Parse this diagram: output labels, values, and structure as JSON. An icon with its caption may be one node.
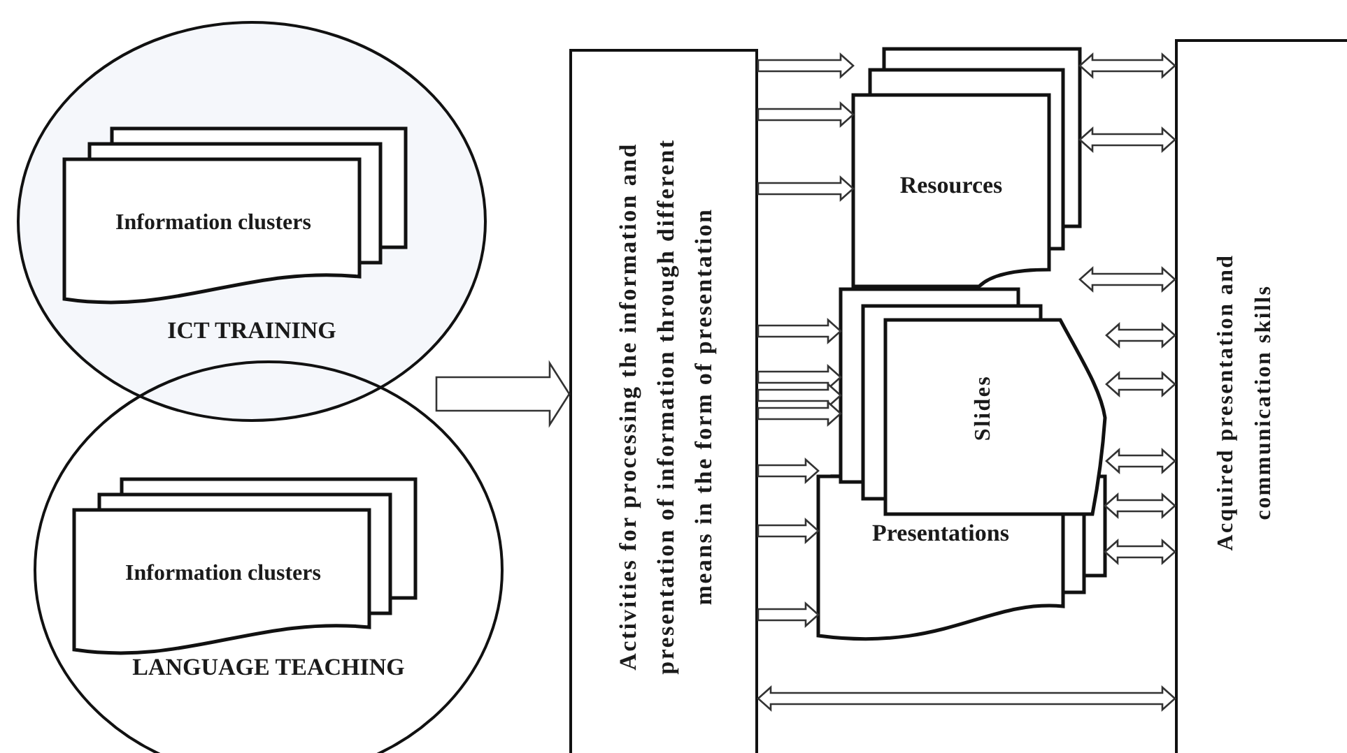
{
  "diagram": {
    "nodes": [
      {
        "text": [
          "ICT TRAINING"
        ]
      },
      {
        "text": [
          "Information clusters"
        ],
        "in": 0
      },
      {
        "text": [
          "LANGUAGE TEACHING"
        ]
      },
      {
        "text": [
          "Information clusters"
        ],
        "in": 2
      },
      {
        "text": [
          "Activities for processing the information and presentation of information through different means in the form of presentation"
        ]
      },
      {
        "text": [
          "Resources"
        ]
      },
      {
        "text": [
          "Slides"
        ]
      },
      {
        "text": [
          "Presentations"
        ]
      },
      {
        "text": [
          "Acquired presentation and communication skills"
        ]
      }
    ],
    "edges": [
      {
        "from": null,
        "to": 4,
        "arrow": "to"
      },
      {
        "from": 4,
        "to": 5,
        "arrow": "to"
      },
      {
        "from": 4,
        "to": 5,
        "arrow": "to"
      },
      {
        "from": 4,
        "to": 5,
        "arrow": "to"
      },
      {
        "from": 4,
        "to": 6,
        "arrow": "to"
      },
      {
        "from": 4,
        "to": 6,
        "arrow": "to"
      },
      {
        "from": 4,
        "to": 6,
        "arrow": "to"
      },
      {
        "from": 4,
        "to": 6,
        "arrow": "to"
      },
      {
        "from": 4,
        "to": 7,
        "arrow": "to"
      },
      {
        "from": 4,
        "to": 7,
        "arrow": "to"
      },
      {
        "from": 4,
        "to": 7,
        "arrow": "to"
      },
      {
        "from": 5,
        "to": 8,
        "arrow": "both"
      },
      {
        "from": 5,
        "to": 8,
        "arrow": "both"
      },
      {
        "from": 5,
        "to": 8,
        "arrow": "both"
      },
      {
        "from": 6,
        "to": 8,
        "arrow": "both"
      },
      {
        "from": 6,
        "to": 8,
        "arrow": "both"
      },
      {
        "from": 6,
        "to": 8,
        "arrow": "both"
      },
      {
        "from": 7,
        "to": 8,
        "arrow": "both"
      },
      {
        "from": 7,
        "to": 8,
        "arrow": "both"
      },
      {
        "from": 4,
        "to": 8,
        "arrow": "both"
      }
    ]
  }
}
